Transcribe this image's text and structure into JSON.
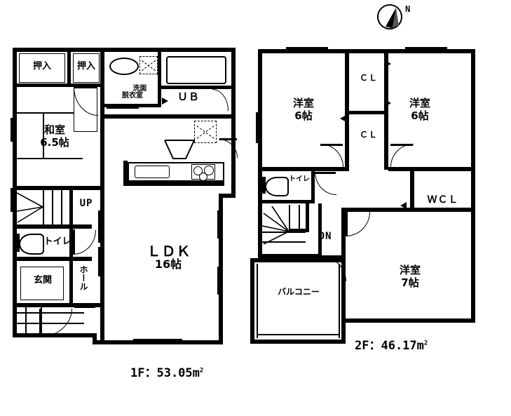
{
  "compass": {
    "north_label": "N",
    "icon": "compass-rose-icon"
  },
  "floors": [
    {
      "id": "floor-1",
      "area_label": "1F：53.05m",
      "area_sup": "2",
      "rooms": [
        {
          "key": "oshiire_1",
          "label": "押入",
          "type": "closet"
        },
        {
          "key": "oshiire_2",
          "label": "押入",
          "type": "closet"
        },
        {
          "key": "washitsu",
          "label": "和室",
          "size": "6.5帖",
          "type": "japanese-room"
        },
        {
          "key": "senmen",
          "label": "洗面\n脱衣室",
          "type": "washroom"
        },
        {
          "key": "ub",
          "label": "ＵＢ",
          "type": "unit-bath"
        },
        {
          "key": "ldk",
          "label": "ＬＤＫ",
          "size": "16帖",
          "type": "living-dining-kitchen"
        },
        {
          "key": "up",
          "label": "UP",
          "type": "stair-direction"
        },
        {
          "key": "toilet_1f",
          "label": "トイレ",
          "type": "toilet"
        },
        {
          "key": "genkan",
          "label": "玄関",
          "type": "entrance"
        },
        {
          "key": "hall",
          "label": "ホール",
          "type": "hall"
        }
      ]
    },
    {
      "id": "floor-2",
      "area_label": "2F：46.17m",
      "area_sup": "2",
      "rooms": [
        {
          "key": "yoshitsu_nw",
          "label": "洋室",
          "size": "6帖",
          "type": "western-room"
        },
        {
          "key": "yoshitsu_ne",
          "label": "洋室",
          "size": "6帖",
          "type": "western-room"
        },
        {
          "key": "yoshitsu_se",
          "label": "洋室",
          "size": "7帖",
          "type": "western-room"
        },
        {
          "key": "cl_upper",
          "label": "ＣＬ",
          "type": "closet"
        },
        {
          "key": "cl_lower",
          "label": "ＣＬ",
          "type": "closet"
        },
        {
          "key": "wcl",
          "label": "ＷＣＬ",
          "type": "walk-in-closet"
        },
        {
          "key": "toilet_2f",
          "label": "トイレ",
          "type": "toilet"
        },
        {
          "key": "dn",
          "label": "DN",
          "type": "stair-direction"
        },
        {
          "key": "balcony",
          "label": "バルコニー",
          "type": "balcony"
        }
      ]
    }
  ],
  "colors": {
    "wall": "#000000",
    "room_fill": "#ffffff",
    "background": "#ffffff"
  }
}
